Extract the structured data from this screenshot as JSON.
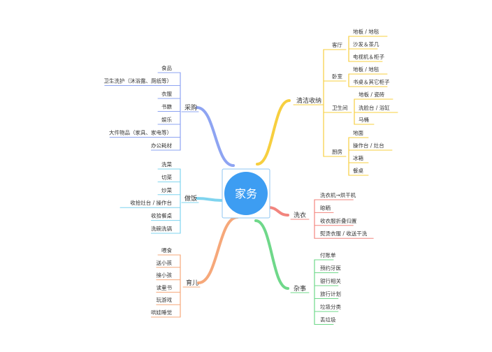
{
  "root": {
    "label": "家务",
    "color": "#3d9df2",
    "frame_color": "#8fc6f2"
  },
  "branches": [
    {
      "key": "purchase",
      "label": "采购",
      "color": "#8ea4f2",
      "items": [
        {
          "label": "食品"
        },
        {
          "label": "卫生洗护（沐浴露、厕纸等）"
        },
        {
          "label": "衣服"
        },
        {
          "label": "书籍"
        },
        {
          "label": "娱乐"
        },
        {
          "label": "大件物品（家具、家电等）"
        },
        {
          "label": "办公耗材"
        }
      ]
    },
    {
      "key": "cleaning",
      "label": "清洁收纳",
      "color": "#f7cf3f",
      "items": [
        {
          "label": "客厅",
          "items": [
            {
              "label": "地板 / 地毯"
            },
            {
              "label": "沙发＆茶几"
            },
            {
              "label": "电视机＆柜子"
            }
          ]
        },
        {
          "label": "卧室",
          "items": [
            {
              "label": "地板 / 地毯"
            },
            {
              "label": "书桌＆其它柜子"
            }
          ]
        },
        {
          "label": "卫生间",
          "items": [
            {
              "label": "地板 / 瓷砖"
            },
            {
              "label": "洗脸台 / 浴缸"
            },
            {
              "label": "马桶"
            }
          ]
        },
        {
          "label": "厨房",
          "items": [
            {
              "label": "地面"
            },
            {
              "label": "操作台 / 灶台"
            },
            {
              "label": "冰箱"
            },
            {
              "label": "餐桌"
            }
          ]
        }
      ]
    },
    {
      "key": "cooking",
      "label": "做饭",
      "color": "#7fd4ef",
      "items": [
        {
          "label": "洗菜"
        },
        {
          "label": "切菜"
        },
        {
          "label": "炒菜"
        },
        {
          "label": "收拾灶台 / 操作台"
        },
        {
          "label": "收拾餐桌"
        },
        {
          "label": "洗碗洗锅"
        }
      ]
    },
    {
      "key": "laundry",
      "label": "洗衣",
      "color": "#f2857e",
      "items": [
        {
          "label": "洗衣机→烘干机"
        },
        {
          "label": "晾晒"
        },
        {
          "label": "收衣服折叠归置"
        },
        {
          "label": "熨烫衣服 / 收送干洗"
        }
      ]
    },
    {
      "key": "parenting",
      "label": "育儿",
      "color": "#f6a87a",
      "items": [
        {
          "label": "喂食"
        },
        {
          "label": "送小孩"
        },
        {
          "label": "接小孩"
        },
        {
          "label": "读童书"
        },
        {
          "label": "玩游戏"
        },
        {
          "label": "哄娃睡觉"
        }
      ]
    },
    {
      "key": "misc",
      "label": "杂事",
      "color": "#6fd88a",
      "items": [
        {
          "label": "付账单"
        },
        {
          "label": "预约牙医"
        },
        {
          "label": "银行相关"
        },
        {
          "label": "旅行计划"
        },
        {
          "label": "垃圾分类"
        },
        {
          "label": "丢垃圾"
        }
      ]
    }
  ]
}
